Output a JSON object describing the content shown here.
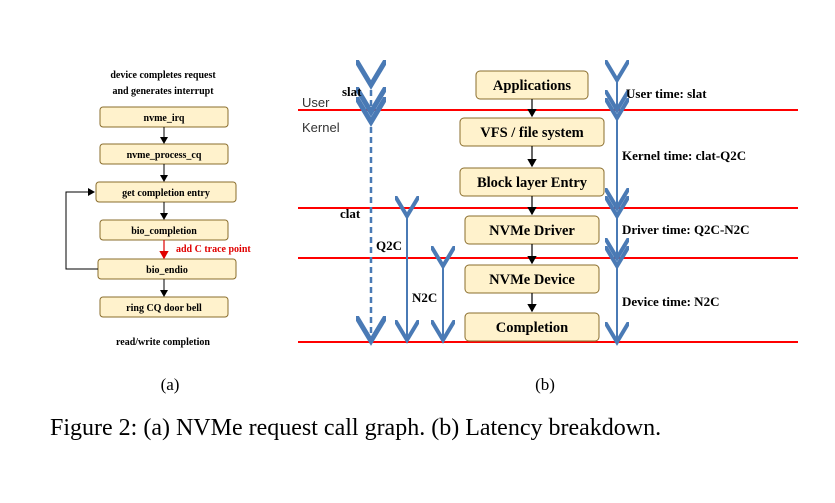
{
  "panel_a": {
    "top_text_1": "device completes request",
    "top_text_2": "and generates interrupt",
    "boxes": [
      "nvme_irq",
      "nvme_process_cq",
      "get completion entry",
      "bio_completion",
      "bio_endio",
      "ring CQ door bell"
    ],
    "trace_label": "add C trace point",
    "bottom_text": "read/write completion",
    "sublabel": "(a)",
    "colors": {
      "box_fill": "#fff2cc",
      "trace": "#ff0000"
    }
  },
  "panel_b": {
    "boxes": [
      "Applications",
      "VFS / file system",
      "Block layer Entry",
      "NVMe Driver",
      "NVMe Device",
      "Completion"
    ],
    "boundary_user": "User",
    "boundary_kernel": "Kernel",
    "markers": {
      "slat": "slat",
      "clat": "clat",
      "q2c": "Q2C",
      "n2c": "N2C"
    },
    "times": [
      "User time: slat",
      "Kernel time: clat-Q2C",
      "Driver time: Q2C-N2C",
      "Device time: N2C"
    ],
    "sublabel": "(b)",
    "colors": {
      "line": "#ff0000",
      "arrow": "#4a7ab5"
    }
  },
  "caption": "Figure 2: (a) NVMe request call graph. (b) Latency breakdown."
}
